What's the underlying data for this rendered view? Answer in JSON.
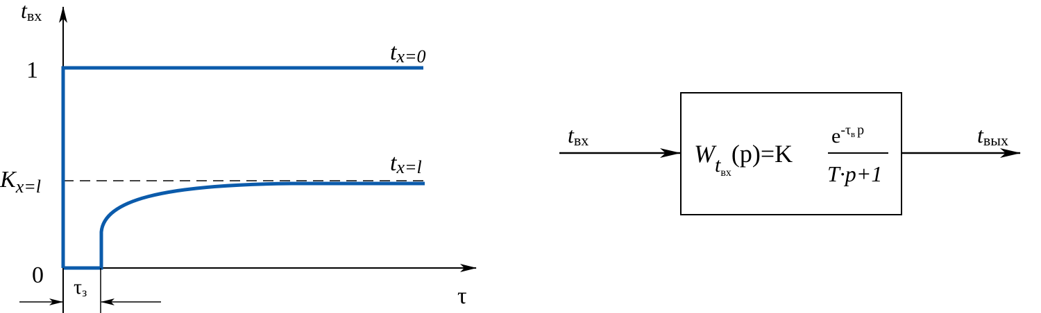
{
  "graph": {
    "y_axis_label": {
      "base": "t",
      "sub": "вх"
    },
    "x_axis_label": "τ",
    "tick_one": "1",
    "tick_zero": "0",
    "gain_label": {
      "base": "K",
      "sub": "x=l"
    },
    "curve_top_label": {
      "base": "t",
      "sub": "x=0"
    },
    "curve_bottom_label": {
      "base": "t",
      "sub": "x=l"
    },
    "delay_label": {
      "base": "τ",
      "sub": "з"
    }
  },
  "block": {
    "input_label": {
      "base": "t",
      "sub": "вх"
    },
    "output_label": {
      "base": "t",
      "sub": "вых"
    },
    "transfer_function": {
      "w": "W",
      "w_sub_base": "t",
      "w_sub_sub": "вх",
      "arg": "(p)=K",
      "numerator_base": "e",
      "numerator_exp": "-τ",
      "numerator_exp_sub": "в",
      "numerator_exp_p": "p",
      "denominator": "T·p+1"
    }
  },
  "colors": {
    "curve": "#0b5bab",
    "ink": "#000000"
  }
}
